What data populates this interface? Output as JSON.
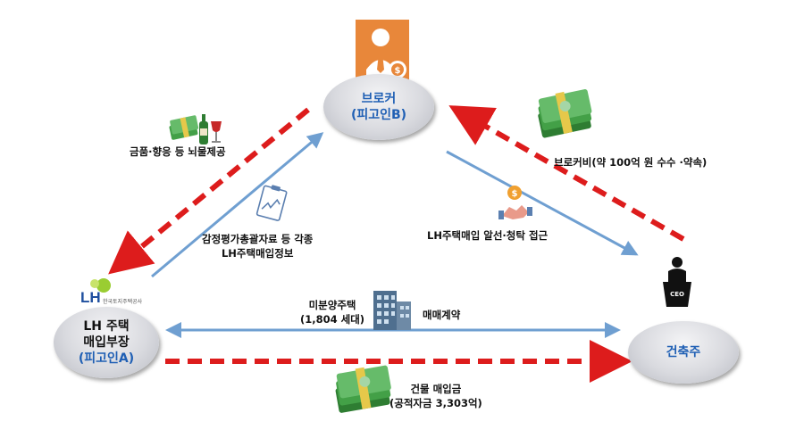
{
  "nodes": {
    "broker": {
      "line1": "브로커",
      "line2": "(피고인B)"
    },
    "lh": {
      "line1": "LH 주택",
      "line2": "매입부장",
      "line3": "(피고인A)"
    },
    "builder": {
      "line1": "건축주"
    }
  },
  "lh_logo": {
    "text": "LH",
    "subtitle": "한국토지주택공사"
  },
  "ceo_sign": "CEO",
  "labels": {
    "bribe": "금품·향응 등 뇌물제공",
    "info_line1": "감정평가총괄자료 등 각종",
    "info_line2": "LH주택매입정보",
    "access": "LH주택매입 알선·청탁 접근",
    "fee": "브로커비(약 100억 원 수수 ·약속)",
    "unsold_line1": "미분양주택",
    "unsold_line2": "(1,804 세대)",
    "contract": "매매계약",
    "payment_line1": "건물 매입금",
    "payment_line2": "(공적자금 3,303억)"
  },
  "colors": {
    "red_arrow": "#dd1c1c",
    "blue_arrow": "#6f9fd1",
    "node_text_blue": "#1f5fb4",
    "money_green": "#3c9a3c"
  },
  "icons": [
    "businessman-icon",
    "money-stack-icon",
    "gifts-icon",
    "document-chart-icon",
    "handshake-icon",
    "building-icon",
    "ceo-podium-icon",
    "lh-logo-icon"
  ]
}
